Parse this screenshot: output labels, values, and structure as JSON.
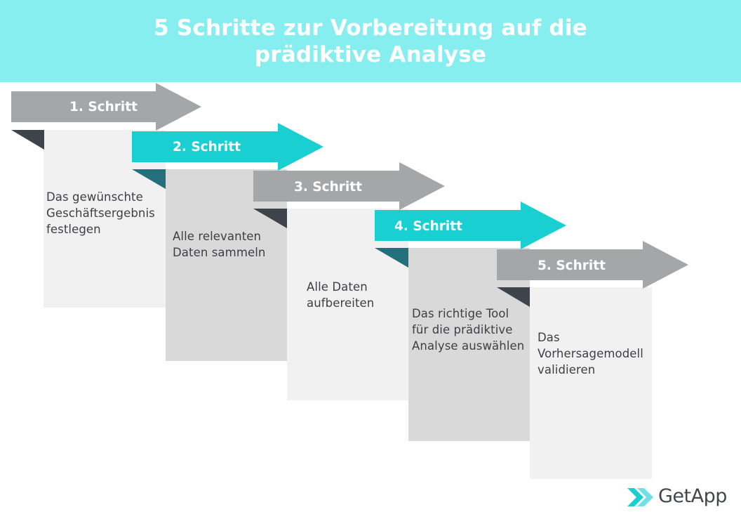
{
  "header": {
    "title": "5 Schritte zur Vorbereitung auf die prädiktive Analyse",
    "background": "#87eef0"
  },
  "steps": [
    {
      "label": "1. Schritt",
      "text": "Das gewünschte\nGeschäftsergebnis\nfestlegen",
      "arrow_color": "#a4a6a8",
      "fold_color": "#3f444c",
      "card_color": "#f1f1f1"
    },
    {
      "label": "2. Schritt",
      "text": "Alle relevanten\nDaten sammeln",
      "arrow_color": "#19cfd1",
      "fold_color": "#236f7c",
      "card_color": "#d9d9d9"
    },
    {
      "label": "3. Schritt",
      "text": "Alle Daten\naufbereiten",
      "arrow_color": "#a4a6a8",
      "fold_color": "#3f444c",
      "card_color": "#f1f1f1"
    },
    {
      "label": "4. Schritt",
      "text": "Das richtige Tool\nfür die prädiktive\nAnalyse auswählen",
      "arrow_color": "#19cfd1",
      "fold_color": "#236f7c",
      "card_color": "#d9d9d9"
    },
    {
      "label": "5. Schritt",
      "text": "Das\nVorhersagemodell\nvalidieren",
      "arrow_color": "#a4a6a8",
      "fold_color": "#3f444c",
      "card_color": "#f1f1f1"
    }
  ],
  "logo": {
    "text": "GetApp",
    "icon": "getapp-double-chevron-icon",
    "colors": [
      "#19cfd1",
      "#6fe0e4"
    ]
  }
}
